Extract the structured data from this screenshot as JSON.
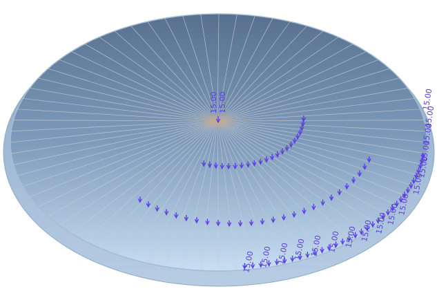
{
  "model": {
    "view": "3d-perspective",
    "object": "circular-plate",
    "radial_segments": 72
  },
  "loads": {
    "value_label": "15.00",
    "arrow_color": "#5a3fe6",
    "label_color": "#5b3fd8",
    "center_group": {
      "labels": [
        "15.00",
        "15.00"
      ]
    },
    "inner_arc": {
      "arrow_count": 22
    },
    "outer_arc": {
      "arrow_count": 26
    },
    "bottom_row": {
      "labels": [
        "15.00",
        "15.00",
        "15.00",
        "15.00",
        "15.00",
        "15.00",
        "15.00",
        "15.00",
        "15.00",
        "15.00",
        "15.00"
      ]
    },
    "right_edge": {
      "labels": [
        "15.00",
        "15.00",
        "15.00",
        "15.00",
        "15.00",
        "15.00"
      ]
    }
  },
  "colors": {
    "plate_top_inner": "#5e7794",
    "plate_top_outer": "#b9d4ec",
    "plate_rim": "#a9c0da",
    "plate_edge": "#7f9ab8",
    "spoke": "#c9cdd2",
    "hub": "#b8a088"
  }
}
